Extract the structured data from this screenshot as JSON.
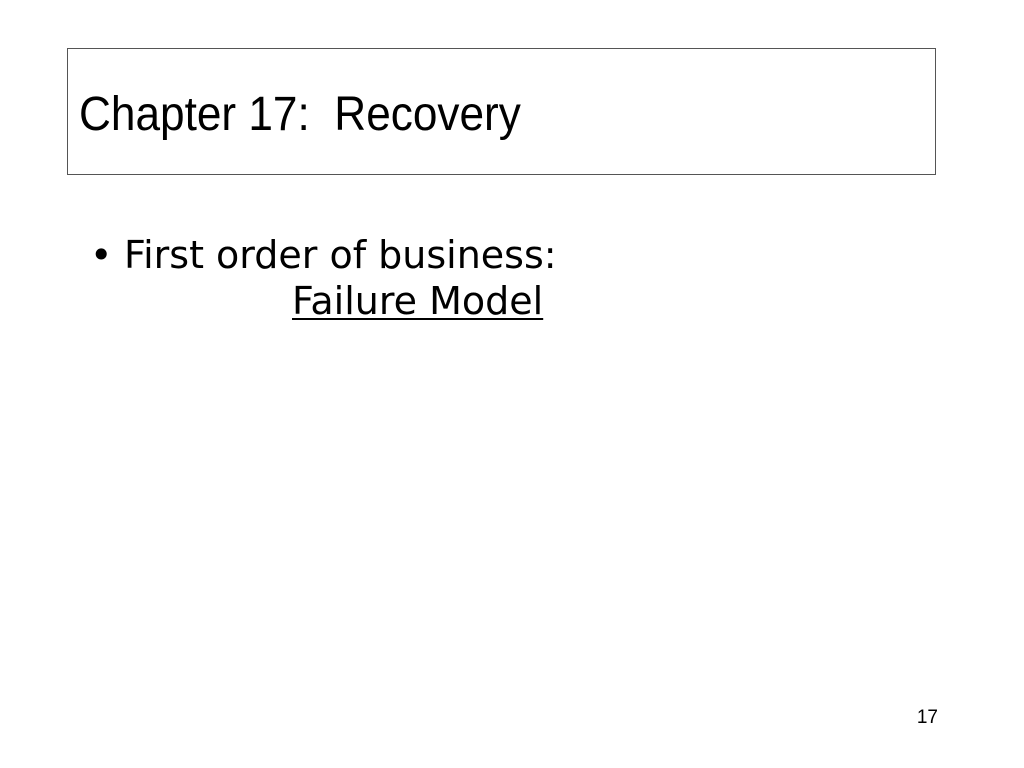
{
  "slide": {
    "title": "Chapter 17:  Recovery",
    "bullet_symbol": "•",
    "bullet_text": "First order of business:",
    "bullet_subline": "Failure Model",
    "page_number": "17"
  }
}
